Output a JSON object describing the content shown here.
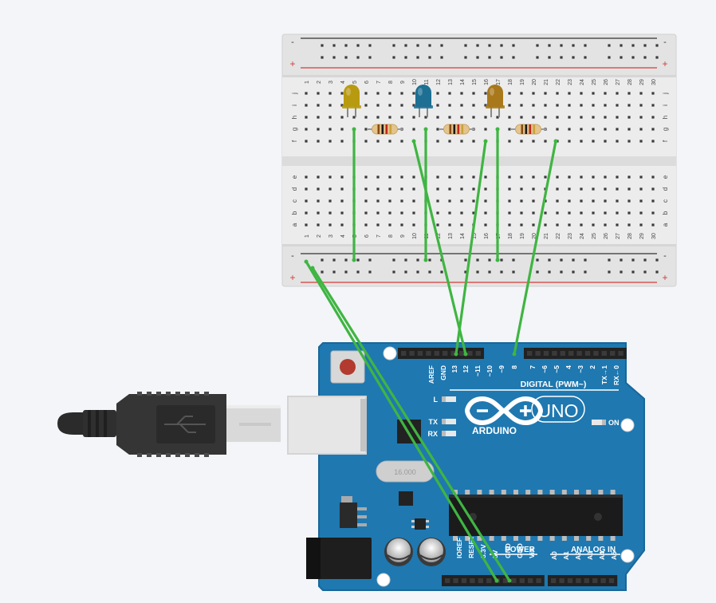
{
  "breadboard": {
    "top_minus": "-",
    "top_plus": "+",
    "bottom_minus": "-",
    "bottom_plus": "+",
    "column_numbers": [
      "1",
      "2",
      "3",
      "4",
      "5",
      "6",
      "7",
      "8",
      "9",
      "10",
      "11",
      "12",
      "13",
      "14",
      "15",
      "16",
      "17",
      "18",
      "19",
      "20",
      "21",
      "22",
      "23",
      "24",
      "25",
      "26",
      "27",
      "28",
      "29",
      "30"
    ],
    "row_letters_top": [
      "j",
      "i",
      "h",
      "g",
      "f"
    ],
    "row_letters_bottom": [
      "e",
      "d",
      "c",
      "b",
      "a"
    ]
  },
  "arduino": {
    "logo_text": "ARDUINO",
    "model": "UNO",
    "on_label": "ON",
    "led_labels": [
      "L",
      "TX",
      "RX"
    ],
    "digital_label": "DIGITAL (PWM~)",
    "digital_pins": [
      "AREF",
      "GND",
      "13",
      "12",
      "~11",
      "~10",
      "~9",
      "8",
      "7",
      "~6",
      "~5",
      "4",
      "~3",
      "2",
      "TX→1",
      "RX←0"
    ],
    "power_label": "POWER",
    "power_pins": [
      "IOREF",
      "RESET",
      "3.3V",
      "5V",
      "GND",
      "GND",
      "Vin"
    ],
    "analog_label": "ANALOG IN",
    "analog_pins": [
      "A0",
      "A1",
      "A2",
      "A3",
      "A4",
      "A5"
    ],
    "crystal_text": "16.000"
  },
  "components": {
    "leds": [
      {
        "name": "led-yellow",
        "color": "#b89a10"
      },
      {
        "name": "led-blue",
        "color": "#1d6f93"
      },
      {
        "name": "led-amber",
        "color": "#a8781a"
      }
    ],
    "resistor_color": "#e4c48c",
    "wire_color": "#3fb542"
  }
}
